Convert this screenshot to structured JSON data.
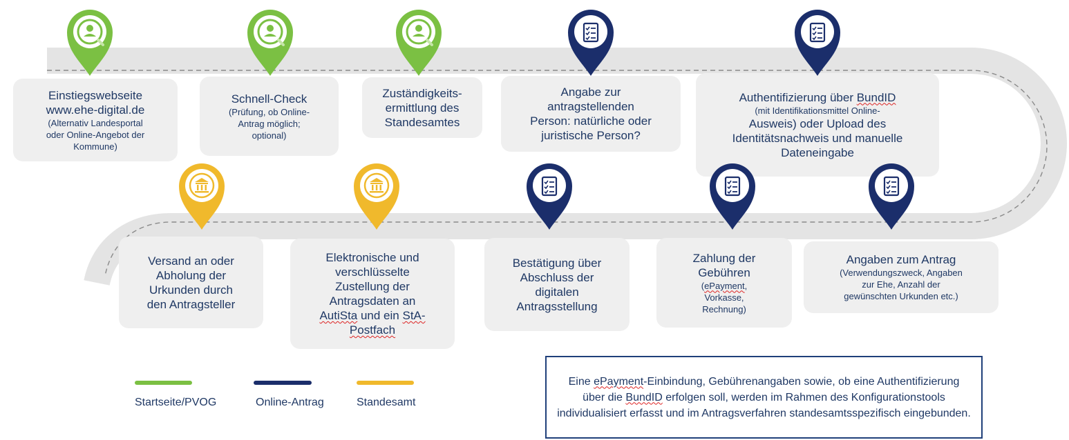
{
  "colors": {
    "green": "#7bc043",
    "navy": "#1b2e6b",
    "yellow": "#f0b92c",
    "road": "#e4e4e4",
    "box": "#efefef",
    "text": "#1f3864"
  },
  "steps": [
    {
      "category": "Startseite/PVOG",
      "icon": "user-search-icon",
      "lines": [
        {
          "t": "Einstiegswebseite",
          "s": "big"
        },
        {
          "t": "www.ehe-digital.de",
          "s": "big"
        },
        {
          "t": "(Alternativ Landesportal",
          "s": "small"
        },
        {
          "t": "oder Online-Angebot der",
          "s": "small"
        },
        {
          "t": "Kommune)",
          "s": "small"
        }
      ]
    },
    {
      "category": "Startseite/PVOG",
      "icon": "user-search-icon",
      "lines": [
        {
          "t": "Schnell-Check",
          "s": "big"
        },
        {
          "t": "(Prüfung, ob Online-",
          "s": "small"
        },
        {
          "t": "Antrag möglich;",
          "s": "small"
        },
        {
          "t": "optional)",
          "s": "small"
        }
      ]
    },
    {
      "category": "Startseite/PVOG",
      "icon": "user-search-icon",
      "lines": [
        {
          "t": "Zuständigkeits-",
          "s": "big"
        },
        {
          "t": "ermittlung des",
          "s": "big"
        },
        {
          "t": "Standesamtes",
          "s": "big"
        }
      ]
    },
    {
      "category": "Online-Antrag",
      "icon": "checklist-icon",
      "lines": [
        {
          "t": "Angabe zur",
          "s": "big"
        },
        {
          "t": "antragstellenden",
          "s": "big"
        },
        {
          "t": "Person: natürliche oder",
          "s": "big"
        },
        {
          "t": "juristische Person?",
          "s": "big"
        }
      ]
    },
    {
      "category": "Online-Antrag",
      "icon": "checklist-icon",
      "lines": [
        {
          "t": "Authentifizierung über BundID",
          "s": "big"
        },
        {
          "t": "(mit Identifikationsmittel Online-",
          "s": "small"
        },
        {
          "t": "Ausweis) oder Upload des",
          "s": "big"
        },
        {
          "t": "Identitätsnachweis und manuelle",
          "s": "big"
        },
        {
          "t": "Dateneingabe",
          "s": "big"
        }
      ]
    },
    {
      "category": "Online-Antrag",
      "icon": "checklist-icon",
      "lines": [
        {
          "t": "Angaben zum Antrag",
          "s": "big"
        },
        {
          "t": "(Verwendungszweck, Angaben",
          "s": "small"
        },
        {
          "t": "zur Ehe, Anzahl der",
          "s": "small"
        },
        {
          "t": "gewünschten Urkunden etc.)",
          "s": "small"
        }
      ]
    },
    {
      "category": "Online-Antrag",
      "icon": "checklist-icon",
      "lines": [
        {
          "t": "Zahlung der",
          "s": "big"
        },
        {
          "t": "Gebühren",
          "s": "big"
        },
        {
          "t": "(ePayment,",
          "s": "small"
        },
        {
          "t": "Vorkasse,",
          "s": "small"
        },
        {
          "t": "Rechnung)",
          "s": "small"
        }
      ]
    },
    {
      "category": "Online-Antrag",
      "icon": "checklist-icon",
      "lines": [
        {
          "t": "Bestätigung über",
          "s": "big"
        },
        {
          "t": "Abschluss der",
          "s": "big"
        },
        {
          "t": "digitalen",
          "s": "big"
        },
        {
          "t": "Antragsstellung",
          "s": "big"
        }
      ]
    },
    {
      "category": "Standesamt",
      "icon": "government-building-icon",
      "lines": [
        {
          "t": "Elektronische und",
          "s": "big"
        },
        {
          "t": "verschlüsselte",
          "s": "big"
        },
        {
          "t": "Zustellung der",
          "s": "big"
        },
        {
          "t": "Antragsdaten an",
          "s": "big"
        },
        {
          "t": "AutiSta und ein StA-",
          "s": "big"
        },
        {
          "t": "Postfach",
          "s": "big"
        }
      ]
    },
    {
      "category": "Standesamt",
      "icon": "government-building-icon",
      "lines": [
        {
          "t": "Versand an oder",
          "s": "big"
        },
        {
          "t": "Abholung der",
          "s": "big"
        },
        {
          "t": "Urkunden durch",
          "s": "big"
        },
        {
          "t": "den Antragsteller",
          "s": "big"
        }
      ]
    }
  ],
  "legend": [
    {
      "label": "Startseite/PVOG",
      "color": "#7bc043"
    },
    {
      "label": "Online-Antrag",
      "color": "#1b2e6b"
    },
    {
      "label": "Standesamt",
      "color": "#f0b92c"
    }
  ],
  "note": "Eine ePayment-Einbindung, Gebührenangaben sowie, ob eine Authentifizierung über die BundID erfolgen soll, werden im Rahmen des Konfigurationstools individualisiert erfasst und im Antragsverfahren standesamtsspezifisch eingebunden."
}
